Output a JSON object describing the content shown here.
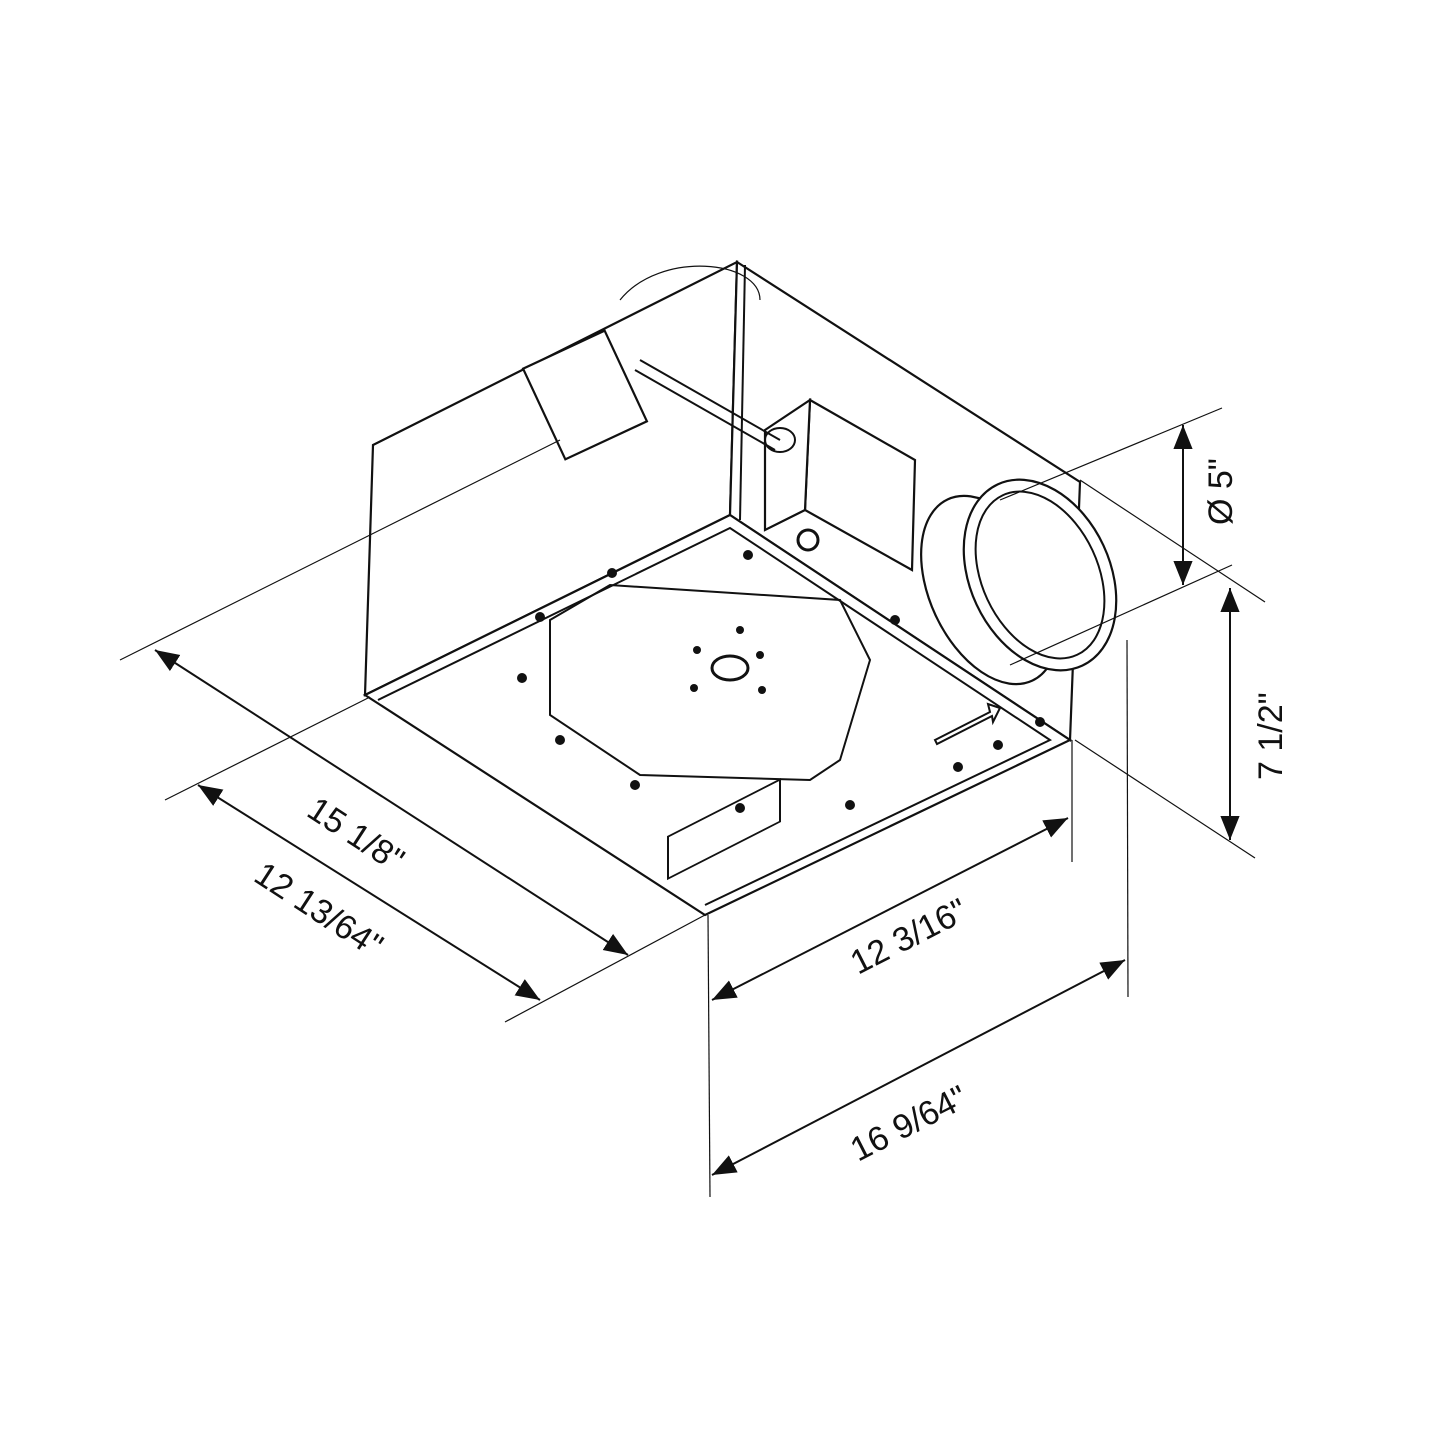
{
  "dimensions": {
    "duct_diameter": "Ø 5\"",
    "height": "7 1/2\"",
    "depth_overall": "15 1/8\"",
    "depth_housing": "12 13/64\"",
    "width_housing": "12  3/16\"",
    "width_overall": "16 9/64\""
  }
}
